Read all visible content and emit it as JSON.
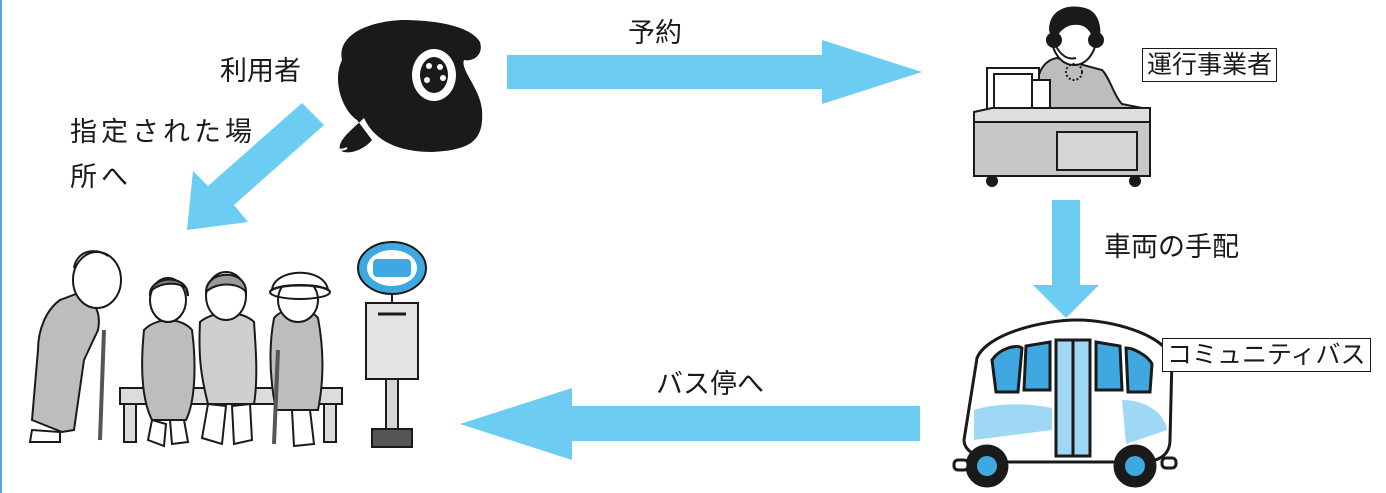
{
  "labels": {
    "user": "利用者",
    "designated_place": "指定された場所へ",
    "reservation": "予約",
    "operator": "運行事業者",
    "vehicle_arrangement": "車両の手配",
    "community_bus": "コミュニティバス",
    "to_bus_stop": "バス停へ"
  },
  "colors": {
    "arrow": "#6cccf2",
    "bus_window": "#3fa8e0",
    "outline": "#1a1a1a",
    "frame": "#5aa8d8"
  },
  "icons": {
    "telephone": "rotary-phone-icon",
    "operator": "call-center-operator-icon",
    "bus": "community-bus-icon",
    "bus_stop": "bus-stop-sign-icon",
    "people": "elderly-people-group-icon"
  }
}
